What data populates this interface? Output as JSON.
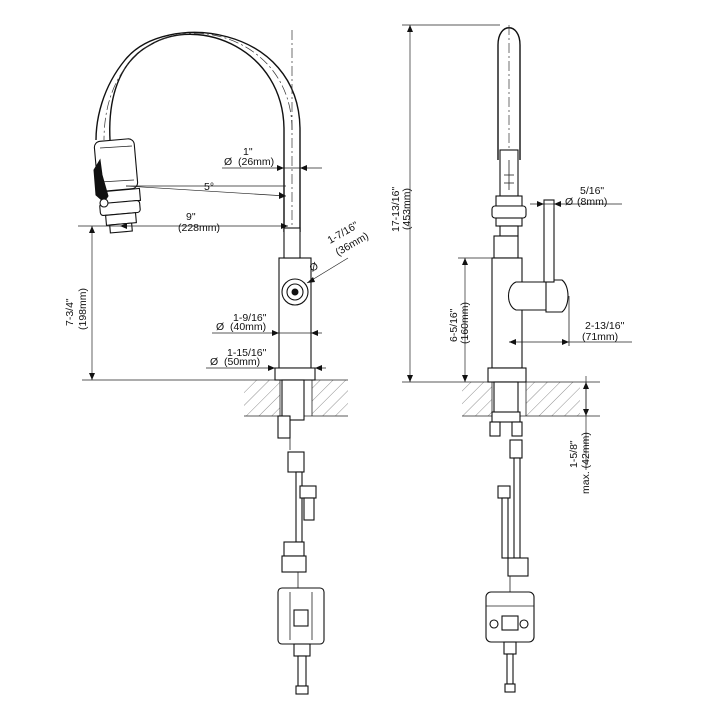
{
  "dimensions": {
    "outlet_dia_in": "1\"",
    "outlet_dia_mm": "(26mm)",
    "spray_angle": "5°",
    "reach_in": "9\"",
    "reach_mm": "(228mm)",
    "handle_dia_in": "1-7/16\"",
    "handle_dia_mm": "(36mm)",
    "spout_height_in": "7-3/4\"",
    "spout_height_mm": "(198mm)",
    "body_dia_in": "1-9/16\"",
    "body_dia_mm": "(40mm)",
    "base_dia_in": "1-15/16\"",
    "base_dia_mm": "(50mm)",
    "total_height_in": "17-13/16\"",
    "total_height_mm": "(453mm)",
    "lever_dia_in": "5/16\"",
    "lever_dia_mm": "(8mm)",
    "body_height_in": "6-5/16\"",
    "body_height_mm": "(160mm)",
    "handle_reach_in": "2-13/16\"",
    "handle_reach_mm": "(71mm)",
    "deck_thickness_in": "1-5/8\"",
    "deck_thickness_mm": "max. (42mm)"
  },
  "symbols": {
    "diameter": "Ø"
  }
}
